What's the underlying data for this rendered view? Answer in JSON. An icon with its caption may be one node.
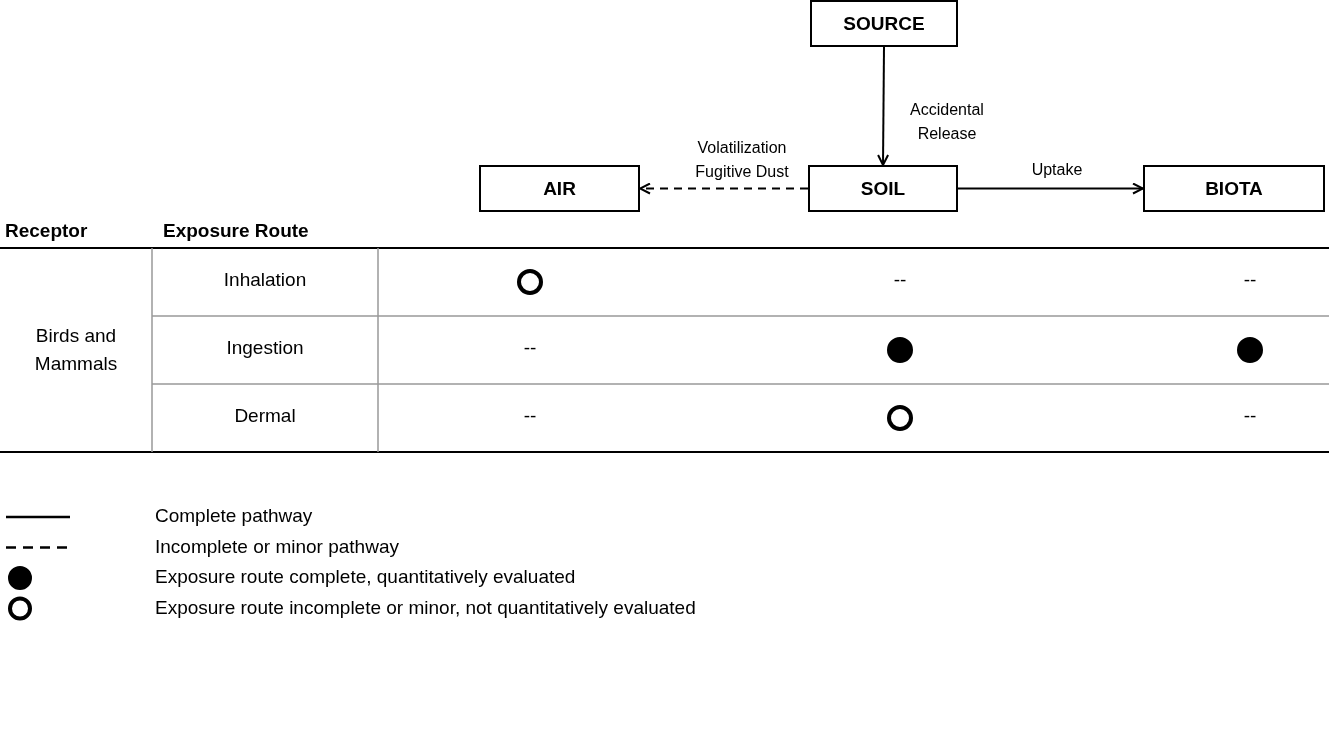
{
  "diagram": {
    "nodes": [
      {
        "text": [
          "SOURCE"
        ]
      },
      {
        "text": [
          "AIR"
        ]
      },
      {
        "text": [
          "SOIL"
        ]
      },
      {
        "text": [
          "BIOTA"
        ]
      },
      {
        "text": [],
        "shape": "circle"
      },
      {
        "text": [],
        "shape": "disc"
      },
      {
        "text": [],
        "shape": "disc"
      },
      {
        "text": [],
        "shape": "circle"
      }
    ],
    "edges": [
      {
        "from": 0,
        "to": 2,
        "arrow": "to",
        "label": "Accidental Release"
      },
      {
        "from": 2,
        "to": 1,
        "arrow": "to",
        "label": "Volatilization Fugitive Dust",
        "style": "dashed"
      },
      {
        "from": 2,
        "to": 3,
        "arrow": "to",
        "label": "Uptake"
      }
    ],
    "labels": [
      "Receptor",
      "Exposure Route",
      "Birds and Mammals",
      "Inhalation",
      "--",
      "--",
      "Ingestion",
      "--",
      "Dermal",
      "--",
      "--"
    ],
    "legend": [
      {
        "text": "Complete pathway"
      },
      {
        "text": "Incomplete or minor pathway"
      },
      {
        "text": "Exposure route complete, quantitatively evaluated"
      },
      {
        "text": "Exposure route incomplete or minor, not quantitatively evaluated"
      }
    ]
  }
}
